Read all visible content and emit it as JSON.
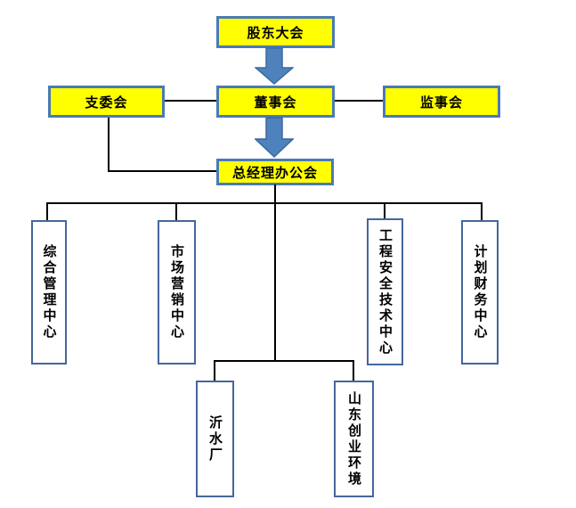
{
  "diagram": {
    "type": "org-chart",
    "language": "zh-CN",
    "nodes": {
      "shareholders": {
        "label": "股东大会",
        "level": 1,
        "style": "yellow-box"
      },
      "branch_committee": {
        "label": "支委会",
        "level": 2,
        "style": "yellow-box"
      },
      "board": {
        "label": "董事会",
        "level": 2,
        "style": "yellow-box"
      },
      "supervisory": {
        "label": "监事会",
        "level": 2,
        "style": "yellow-box"
      },
      "gm_office": {
        "label": "总经理办公会",
        "level": 3,
        "style": "yellow-box"
      },
      "general_mgmt_center": {
        "label": "综合管理中心",
        "level": 4,
        "style": "white-vertical-box"
      },
      "marketing_center": {
        "label": "市场营销中心",
        "level": 4,
        "style": "white-vertical-box"
      },
      "engineering_safety_tech_center": {
        "label": "工程安全技术中心",
        "level": 4,
        "style": "white-vertical-box"
      },
      "planning_finance_center": {
        "label": "计划财务中心",
        "level": 4,
        "style": "white-vertical-box"
      },
      "yishui_plant": {
        "label": "沂水厂",
        "level": 5,
        "style": "white-vertical-box"
      },
      "shandong_chuangye_env": {
        "label": "山东创业环境",
        "level": 5,
        "style": "white-vertical-box"
      }
    },
    "edges": [
      {
        "from": "shareholders",
        "to": "board",
        "type": "block-arrow"
      },
      {
        "from": "branch_committee",
        "to": "board",
        "type": "line"
      },
      {
        "from": "board",
        "to": "supervisory",
        "type": "line"
      },
      {
        "from": "board",
        "to": "gm_office",
        "type": "block-arrow"
      },
      {
        "from": "branch_committee",
        "to": "gm_office",
        "type": "elbow-line"
      },
      {
        "from": "gm_office",
        "to": "general_mgmt_center",
        "type": "elbow-line"
      },
      {
        "from": "gm_office",
        "to": "marketing_center",
        "type": "elbow-line"
      },
      {
        "from": "gm_office",
        "to": "engineering_safety_tech_center",
        "type": "elbow-line"
      },
      {
        "from": "gm_office",
        "to": "planning_finance_center",
        "type": "elbow-line"
      },
      {
        "from": "gm_office",
        "to": "yishui_plant",
        "type": "elbow-line"
      },
      {
        "from": "gm_office",
        "to": "shandong_chuangye_env",
        "type": "elbow-line"
      }
    ],
    "colors": {
      "yellow_box_fill": "#ffff00",
      "yellow_box_border": "#4a7ab5",
      "white_box_fill": "#ffffff",
      "white_box_border": "#44679b",
      "arrow_fill": "#4f81bd",
      "arrow_border": "#3a6aa0",
      "connector_line": "#000000",
      "text": "#000000",
      "background": "#ffffff"
    }
  }
}
